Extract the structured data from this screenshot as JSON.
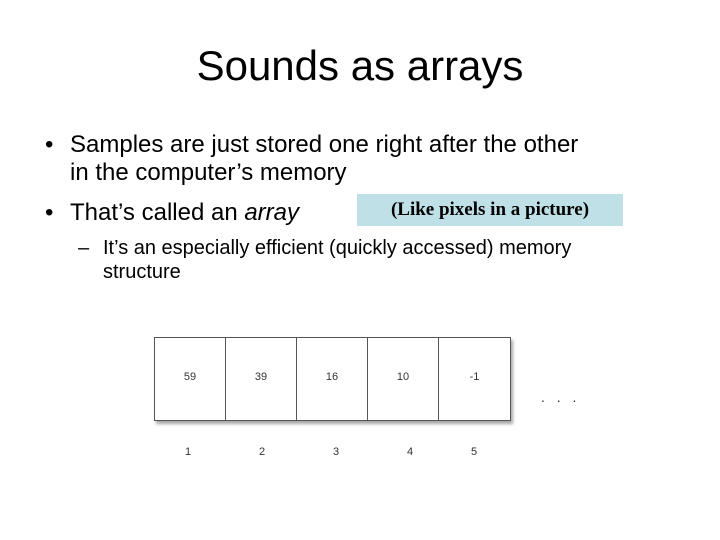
{
  "slide": {
    "title": "Sounds as arrays",
    "bullets": [
      {
        "line1": "Samples are just stored one right after the other",
        "line2": "in the computer’s memory"
      },
      {
        "prefix": "That’s called an ",
        "emph": "array"
      }
    ],
    "callout": "(Like pixels in a picture)",
    "sub_bullet": {
      "line1": "It’s an especially efficient (quickly accessed) memory",
      "line2": "structure"
    },
    "array_figure": {
      "values": [
        "59",
        "39",
        "16",
        "10",
        "-1"
      ],
      "indices": [
        "1",
        "2",
        "3",
        "4",
        "5"
      ],
      "ellipsis": ". . ."
    },
    "bullet_glyph": "•",
    "dash_glyph": "–"
  }
}
